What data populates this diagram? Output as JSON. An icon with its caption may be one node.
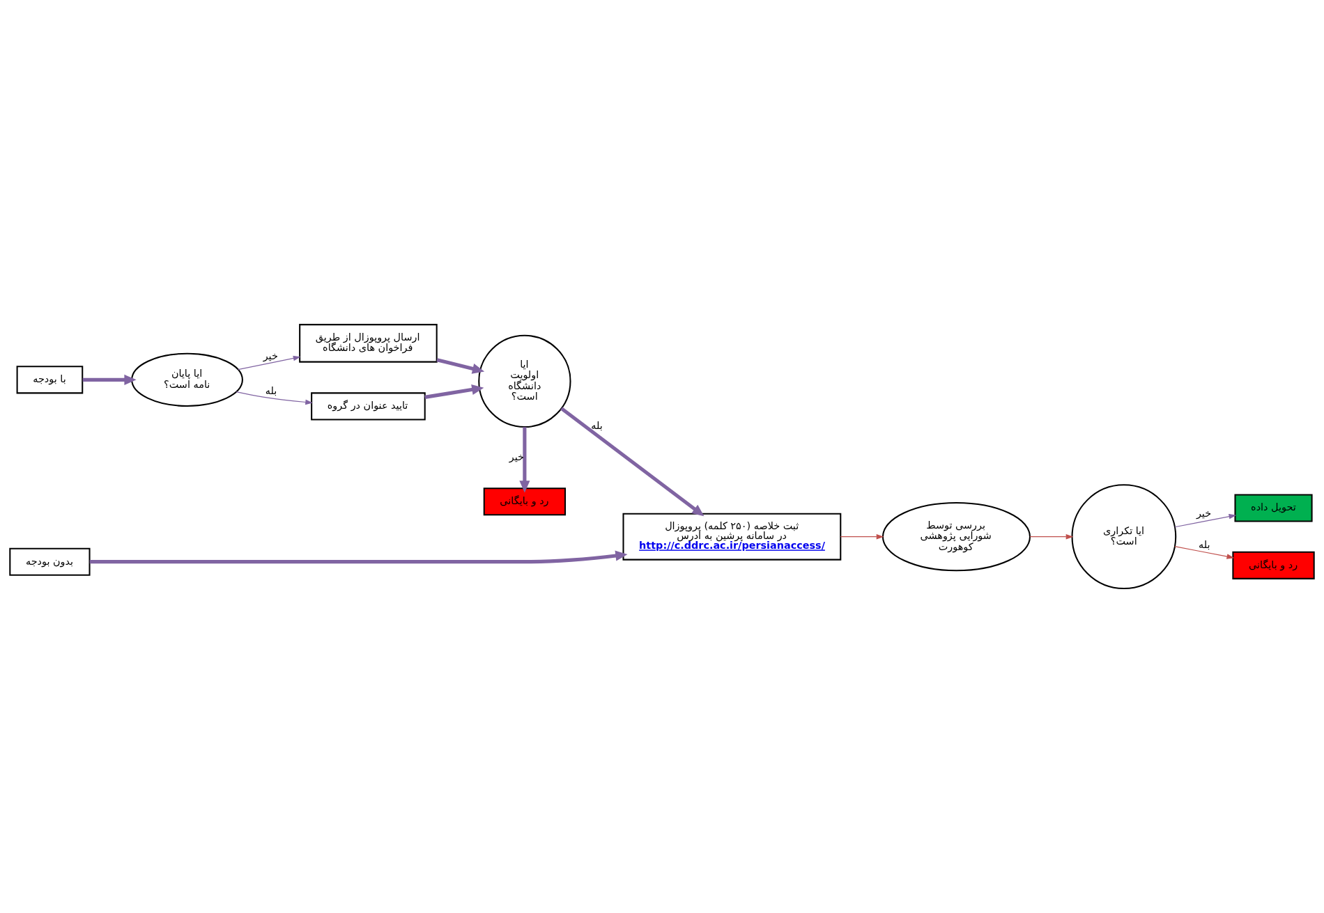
{
  "diagram": {
    "nodes": [
      {
        "text": [
          "با بودجه"
        ]
      },
      {
        "text": [
          "ایا پایان نامه است؟"
        ]
      },
      {
        "text": [
          "ارسال پروپوزال از طریق فراخوان های دانشگاه"
        ]
      },
      {
        "text": [
          "تایید عنوان در گروه"
        ]
      },
      {
        "text": [
          "رد و بایگانی"
        ]
      },
      {
        "text": [
          "ایا اولویت دانشگاه است؟"
        ]
      },
      {
        "text": [
          "بدون بودجه"
        ]
      },
      {
        "text": [
          "ثبت خلاصه (۲۵۰ کلمه) پروپوزال در سامانه پرشین به ادرس",
          "http://c.ddrc.ac.ir/persianaccess/"
        ]
      },
      {
        "text": [
          "بررسی توسط شورایی پژوهشی کوهورت"
        ]
      },
      {
        "text": [
          "ایا تکراری است؟"
        ]
      },
      {
        "text": [
          "تحویل داده"
        ]
      },
      {
        "text": [
          "رد و بایگانی"
        ]
      }
    ],
    "edges": [
      {
        "from": 0,
        "to": 1,
        "arrow": "to",
        "style": "thick"
      },
      {
        "from": 1,
        "to": 2,
        "arrow": "to",
        "label": "خیر"
      },
      {
        "from": 1,
        "to": 3,
        "arrow": "to",
        "label": "بله"
      },
      {
        "from": 2,
        "to": 5,
        "arrow": "to",
        "style": "thick"
      },
      {
        "from": 3,
        "to": 5,
        "arrow": "to",
        "style": "thick"
      },
      {
        "from": 5,
        "to": 4,
        "arrow": "to",
        "label": "خیر",
        "style": "thick"
      },
      {
        "from": 5,
        "to": 7,
        "arrow": "to",
        "label": "بله",
        "style": "thick"
      },
      {
        "from": 6,
        "to": 7,
        "arrow": "to",
        "style": "thick"
      },
      {
        "from": 7,
        "to": 8,
        "arrow": "to",
        "color": "#c0504d"
      },
      {
        "from": 8,
        "to": 9,
        "arrow": "to",
        "color": "#c0504d"
      },
      {
        "from": 9,
        "to": 10,
        "arrow": "to",
        "label": "خیر"
      },
      {
        "from": 9,
        "to": 11,
        "arrow": "to",
        "label": "بله",
        "color": "#c0504d"
      }
    ]
  }
}
